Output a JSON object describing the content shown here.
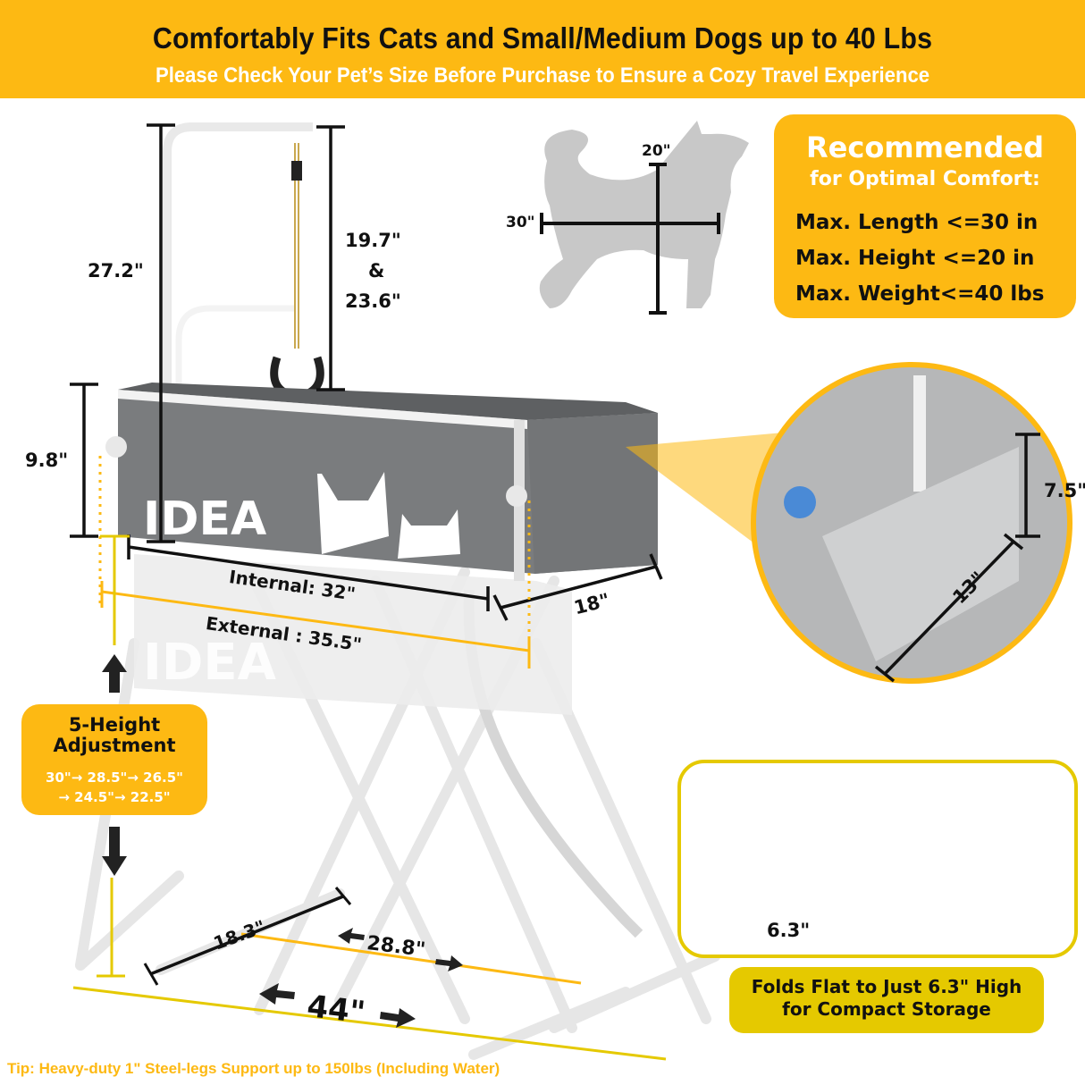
{
  "banner": {
    "headline": "Comfortably Fits Cats and Small/Medium Dogs up to 40 Lbs",
    "subline": "Please Check Your Pet’s Size Before Purchase to Ensure a Cozy Travel Experience",
    "background_color": "#fdb913"
  },
  "dog_diagram": {
    "icon": "dog-silhouette-icon",
    "length_label": "30\"",
    "height_label": "20\""
  },
  "recommended_card": {
    "title": "Recommended",
    "subtitle": "for Optimal Comfort:",
    "lines": [
      "Max. Length <=30 in",
      "Max. Height <=20 in",
      "Max. Weight<=40 lbs"
    ]
  },
  "tub_dimensions": {
    "arm_height": "27.2\"",
    "loop_height_line1": "19.7\"",
    "loop_height_amp": "&",
    "loop_height_line2": "23.6\"",
    "tub_depth": "9.8\"",
    "internal_length": "Internal: 32\"",
    "external_length": "External : 35.5\"",
    "width": "18\"",
    "brand_text": "IDEA"
  },
  "pocket_detail": {
    "height": "7.5\"",
    "width": "13\""
  },
  "height_adjustment": {
    "title_line1": "5-Height",
    "title_line2": "Adjustment",
    "steps_line1": "30\"→ 28.5\"→ 26.5\"",
    "steps_line2": "→ 24.5\"→ 22.5\""
  },
  "base_dimensions": {
    "depth": "18.3\"",
    "inner_span": "28.8\"",
    "outer_span": "44\""
  },
  "folded": {
    "height_label": "6.3\"",
    "caption_line1": "Folds Flat to Just 6.3\" High",
    "caption_line2": "for Compact Storage"
  },
  "tip": "Tip: Heavy-duty 1\" Steel-legs Support up to 150lbs (Including Water)",
  "colors": {
    "accent_yellow": "#fdb913",
    "line_yellow": "#e5c900",
    "tub_gray": "#7a7c7e",
    "text_dark": "#111111"
  }
}
